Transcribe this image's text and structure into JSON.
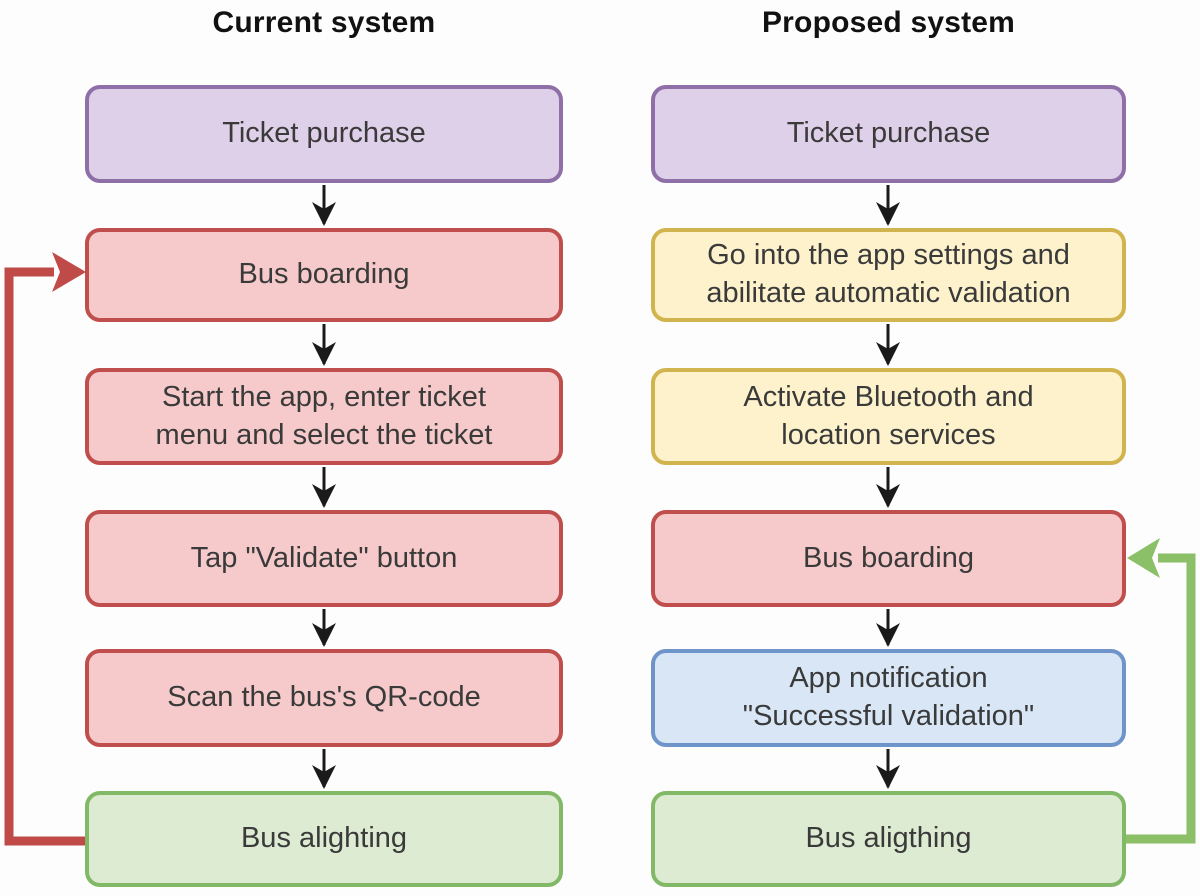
{
  "diagram": {
    "background": "#fdfdfd",
    "connector_color": "#1a1a1a",
    "palette": {
      "purple": {
        "fill": "#ded0e8",
        "border": "#8f6fa7"
      },
      "red": {
        "fill": "#f6caca",
        "border": "#bf4e4c"
      },
      "yellow": {
        "fill": "#fdf2cc",
        "border": "#d2b44e"
      },
      "blue": {
        "fill": "#d8e6f6",
        "border": "#6f94c9"
      },
      "green": {
        "fill": "#dcebd2",
        "border": "#82b966"
      }
    },
    "columns": [
      {
        "title": "Current system",
        "nodes": [
          {
            "label": "Ticket purchase",
            "type": "purple"
          },
          {
            "label": "Bus boarding",
            "type": "red"
          },
          {
            "label": "Start the app, enter ticket\nmenu and select the ticket",
            "type": "red"
          },
          {
            "label": "Tap \"Validate\" button",
            "type": "red"
          },
          {
            "label": "Scan the bus's QR-code",
            "type": "red"
          },
          {
            "label": "Bus alighting",
            "type": "green"
          }
        ],
        "loop": {
          "from": "Bus alighting",
          "to": "Bus boarding",
          "side": "left",
          "color": "#bf4a48"
        }
      },
      {
        "title": "Proposed system",
        "nodes": [
          {
            "label": "Ticket purchase",
            "type": "purple"
          },
          {
            "label": "Go into the app settings and\nabilitate automatic validation",
            "type": "yellow"
          },
          {
            "label": "Activate Bluetooth and\nlocation services",
            "type": "yellow"
          },
          {
            "label": "Bus boarding",
            "type": "red"
          },
          {
            "label": "App notification\n\"Successful validation\"",
            "type": "blue"
          },
          {
            "label": "Bus aligthing",
            "type": "green"
          }
        ],
        "loop": {
          "from": "Bus aligthing",
          "to": "Bus boarding",
          "side": "right",
          "color": "#8bbf68"
        }
      }
    ]
  }
}
